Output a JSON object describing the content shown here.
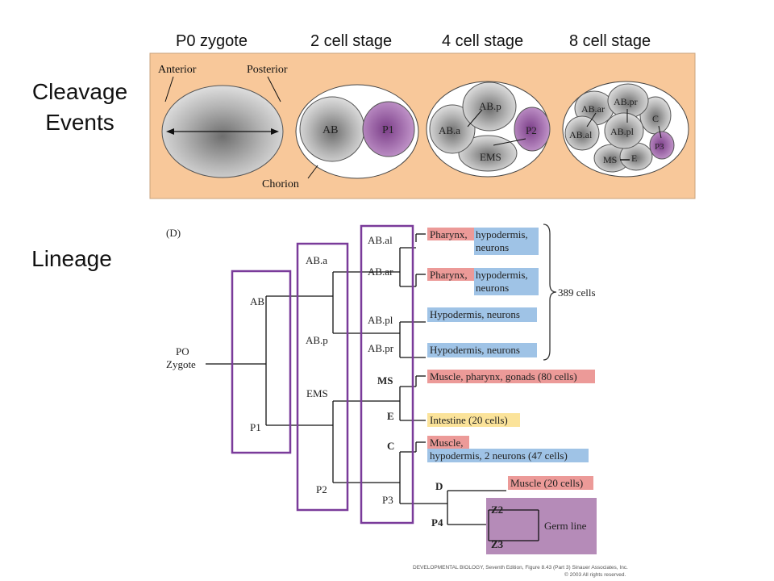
{
  "stages": {
    "p0": "P0 zygote",
    "two": "2 cell stage",
    "four": "4 cell stage",
    "eight": "8 cell stage"
  },
  "side": {
    "cleavage_line1": "Cleavage",
    "cleavage_line2": "Events",
    "lineage": "Lineage"
  },
  "embryo": {
    "anterior": "Anterior",
    "posterior": "Posterior",
    "chorion": "Chorion",
    "two_cell": {
      "ab": "AB",
      "p1": "P1"
    },
    "four_cell": {
      "abp": "AB.p",
      "aba": "AB.a",
      "p2": "P2",
      "ems": "EMS"
    },
    "eight_cell": {
      "abar": "AB.ar",
      "abpr": "AB.pr",
      "abal": "AB.al",
      "abpl": "AB.pl",
      "c": "C",
      "p3": "P3",
      "ms": "MS",
      "e": "E"
    }
  },
  "lineage": {
    "panel_label": "(D)",
    "po": "PO",
    "zygote": "Zygote",
    "ab": "AB",
    "p1": "P1",
    "aba": "AB.a",
    "abp": "AB.p",
    "ems": "EMS",
    "p2": "P2",
    "abal": "AB.al",
    "abar": "AB.ar",
    "abpl": "AB.pl",
    "abpr": "AB.pr",
    "ms": "MS",
    "e": "E",
    "c": "C",
    "p3": "P3",
    "d": "D",
    "p4": "P4",
    "z2": "Z2",
    "z3": "Z3",
    "cells_count": "389 cells",
    "fate_pharynx_1": "Pharynx,",
    "fate_hypo_1a": "hypodermis,",
    "fate_hypo_1b": "neurons",
    "fate_pharynx_2": "Pharynx,",
    "fate_hypo_2a": "hypodermis,",
    "fate_hypo_2b": "neurons",
    "fate_abpl": "Hypodermis, neurons",
    "fate_abpr": "Hypodermis, neurons",
    "fate_ms": "Muscle, pharynx, gonads (80 cells)",
    "fate_e": "Intestine (20 cells)",
    "fate_c_1": "Muscle,",
    "fate_c_2": "hypodermis, 2 neurons (47 cells)",
    "fate_d": "Muscle (20 cells)",
    "germ_line": "Germ line",
    "credit_1": "DEVELOPMENTAL BIOLOGY, Seventh Edition, Figure 8.43 (Part 3)  Sinauer Associates, Inc.",
    "credit_2": "© 2003 All rights reserved."
  },
  "colors": {
    "panel_bg": "#f8c89a",
    "purple_box": "#7a3b9a",
    "pink_fate": "#ec9a98",
    "blue_fate": "#9fc3e6",
    "yellow_fate": "#fbe39a",
    "germ_bg": "#b58bb8",
    "p_cell": "#9a5aa4"
  }
}
